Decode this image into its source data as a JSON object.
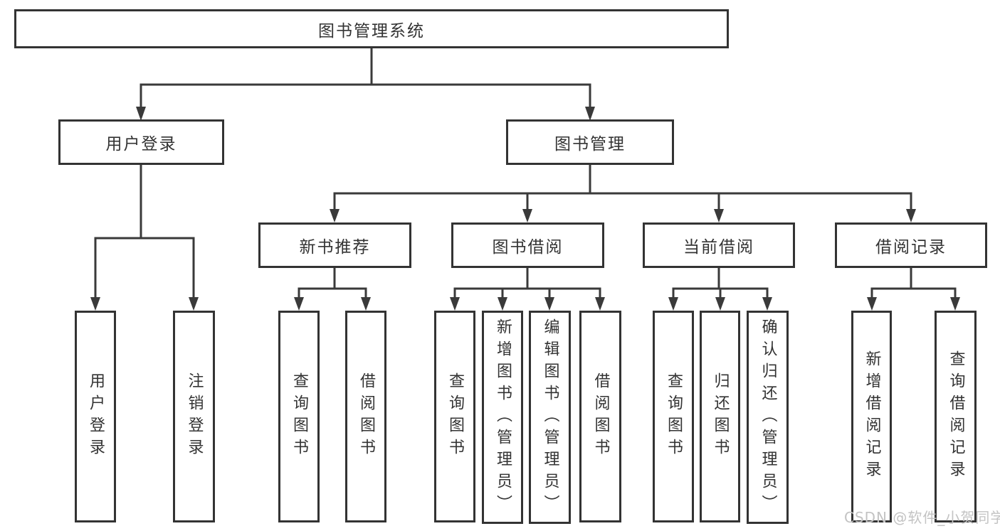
{
  "tree": {
    "label": "图书管理系统",
    "children": [
      {
        "label": "用户登录",
        "children": [
          {
            "label": "用户登录"
          },
          {
            "label": "注销登录"
          }
        ]
      },
      {
        "label": "图书管理",
        "children": [
          {
            "label": "新书推荐",
            "children": [
              {
                "label": "查询图书"
              },
              {
                "label": "借阅图书"
              }
            ]
          },
          {
            "label": "图书借阅",
            "children": [
              {
                "label": "查询图书"
              },
              {
                "label": "新增图书（管理员）"
              },
              {
                "label": "编辑图书（管理员）"
              },
              {
                "label": "借阅图书"
              }
            ]
          },
          {
            "label": "当前借阅",
            "children": [
              {
                "label": "查询图书"
              },
              {
                "label": "归还图书"
              },
              {
                "label": "确认归还（管理员）"
              }
            ]
          },
          {
            "label": "借阅记录",
            "children": [
              {
                "label": "新增借阅记录"
              },
              {
                "label": "查询借阅记录"
              }
            ]
          }
        ]
      }
    ]
  },
  "watermark": {
    "text": "CSDN @软件_小贺同学"
  },
  "colors": {
    "line": "#3a3a3a",
    "box_border": "#333333",
    "text": "#333333",
    "background": "#ffffff",
    "watermark": "#c3c3c3"
  }
}
